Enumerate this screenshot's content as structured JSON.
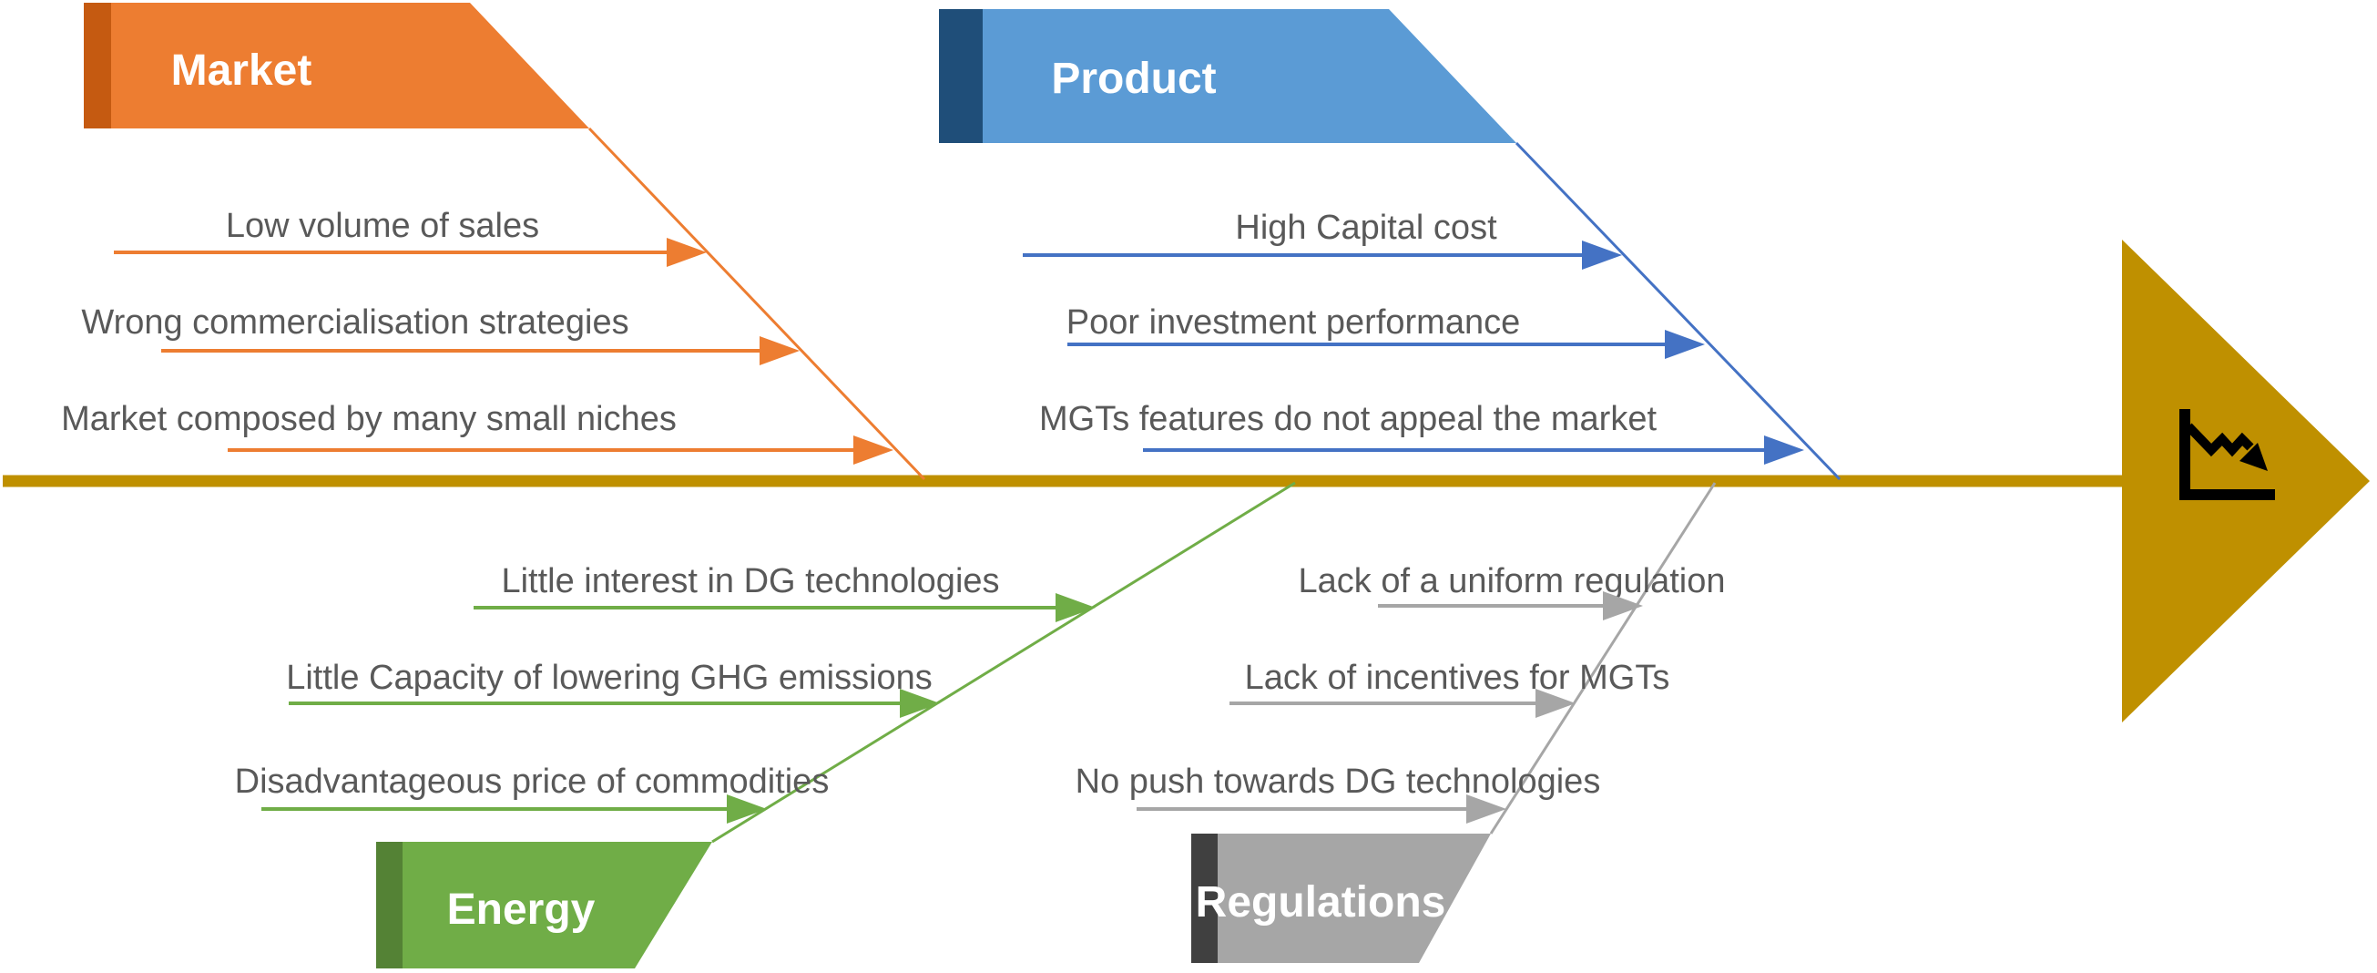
{
  "fishbone": {
    "diagram_type": "fishbone-cause-effect",
    "spine_color": "#BF9000",
    "effect_arrow_color": "#BF9000",
    "text_color": "#595959",
    "effect": {
      "icon": "declining-chart-icon",
      "icon_color": "#000000"
    },
    "categories": [
      {
        "label": "Market",
        "position": "top-left",
        "banner_color": "#ED7D31",
        "stripe_color": "#C55A11",
        "line_color": "#ED7D31",
        "causes": [
          "Low volume of sales",
          "Wrong commercialisation strategies",
          "Market composed by many small niches"
        ]
      },
      {
        "label": "Product",
        "position": "top-right",
        "banner_color": "#5B9BD5",
        "stripe_color": "#1F4E79",
        "line_color": "#4472C4",
        "causes": [
          "High Capital cost",
          "Poor investment performance",
          "MGTs features do not appeal the market"
        ]
      },
      {
        "label": "Energy",
        "position": "bottom-left",
        "banner_color": "#70AD47",
        "stripe_color": "#548235",
        "line_color": "#70AD47",
        "causes": [
          "Little interest in DG technologies",
          "Little Capacity of lowering GHG emissions",
          "Disadvantageous price of commodities"
        ]
      },
      {
        "label": "Regulations",
        "position": "bottom-right",
        "banner_color": "#A6A6A6",
        "stripe_color": "#404040",
        "line_color": "#A6A6A6",
        "causes": [
          "Lack of a uniform regulation",
          "Lack of incentives for MGTs",
          "No push towards DG technologies"
        ]
      }
    ]
  }
}
